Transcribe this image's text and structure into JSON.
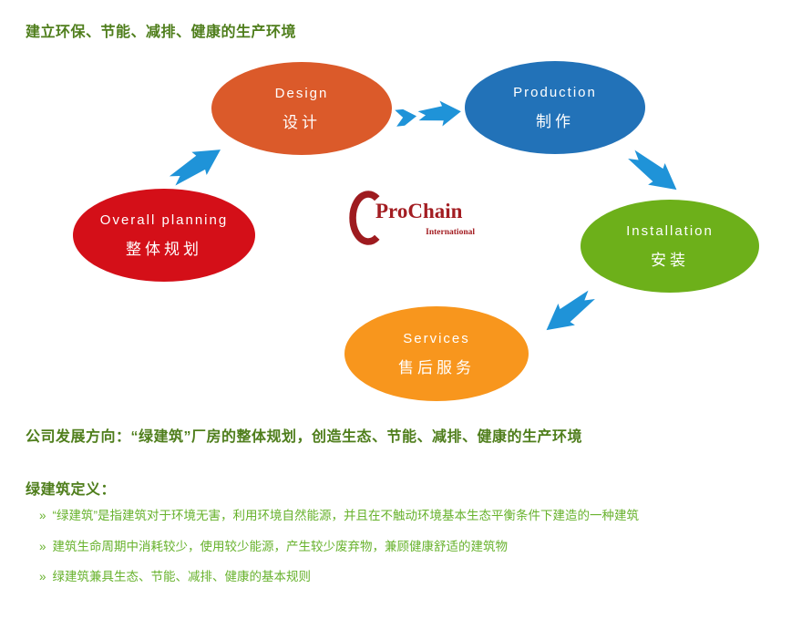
{
  "page": {
    "background": "#ffffff"
  },
  "colors": {
    "heading_green": "#4F7E1C",
    "bullet_green": "#67B22C",
    "arrow_blue": "#1F93D8",
    "logo_red": "#9E1B1F",
    "logo_text_red": "#A31D22",
    "node_text": "#ffffff"
  },
  "header": {
    "title": "建立环保、节能、减排、健康的生产环境"
  },
  "diagram": {
    "logo": {
      "name": "ProChain",
      "subtitle": "International",
      "mark": "c-crescent",
      "color": "#9E1B1F",
      "text_color": "#A31D22"
    },
    "arrow_color": "#1F93D8",
    "nodes": [
      {
        "id": "overall-planning",
        "en": "Overall planning",
        "zh": "整体规划",
        "color": "#D40F18"
      },
      {
        "id": "design",
        "en": "Design",
        "zh": "设计",
        "color": "#DB5A2A"
      },
      {
        "id": "production",
        "en": "Production",
        "zh": "制作",
        "color": "#2272B8"
      },
      {
        "id": "installation",
        "en": "Installation",
        "zh": "安装",
        "color": "#6DB01A"
      },
      {
        "id": "services",
        "en": "Services",
        "zh": "售后服务",
        "color": "#F8961D"
      }
    ],
    "arrows": [
      {
        "id": "planning-to-design",
        "direction": "up-right"
      },
      {
        "id": "design-to-production",
        "direction": "right"
      },
      {
        "id": "production-to-installation",
        "direction": "down-right"
      },
      {
        "id": "installation-to-services",
        "direction": "down-left"
      }
    ]
  },
  "statements": {
    "direction_line": "公司发展方向：“绿建筑”厂房的整体规划，创造生态、节能、减排、健康的生产环境",
    "definition_heading": "绿建筑定义：",
    "bullet_marker": "»",
    "bullets": [
      {
        "text": "“绿建筑”是指建筑对于环境无害，利用环境自然能源，并且在不触动环境基本生态平衡条件下建造的一种建筑"
      },
      {
        "text": "建筑生命周期中消耗较少，使用较少能源，产生较少废弃物，兼顾健康舒适的建筑物"
      },
      {
        "text": "绿建筑兼具生态、节能、减排、健康的基本规则"
      }
    ]
  }
}
